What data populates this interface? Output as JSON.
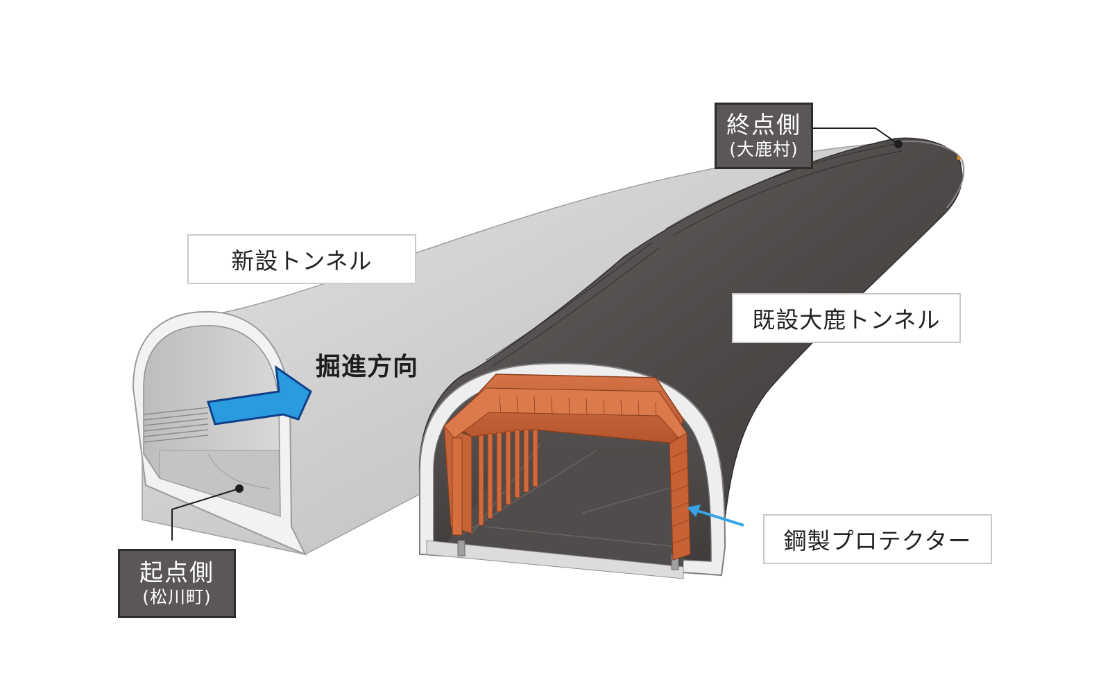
{
  "labels": {
    "new_tunnel": "新設トンネル",
    "existing_tunnel": "既設大鹿トンネル",
    "direction": "掘進方向",
    "protector": "鋼製プロテクター",
    "start_side": {
      "main": "起点側",
      "sub": "(松川町)"
    },
    "end_side": {
      "main": "終点側",
      "sub": "(大鹿村)"
    }
  },
  "colors": {
    "new_tunnel_surface": "#cfcfcf",
    "existing_tunnel_surface": "#4f4b4a",
    "protector": "#c8643a",
    "arrow": "#2e9ee0",
    "callout_line": "#1e1e1e",
    "dark_box": "#5a5756"
  }
}
